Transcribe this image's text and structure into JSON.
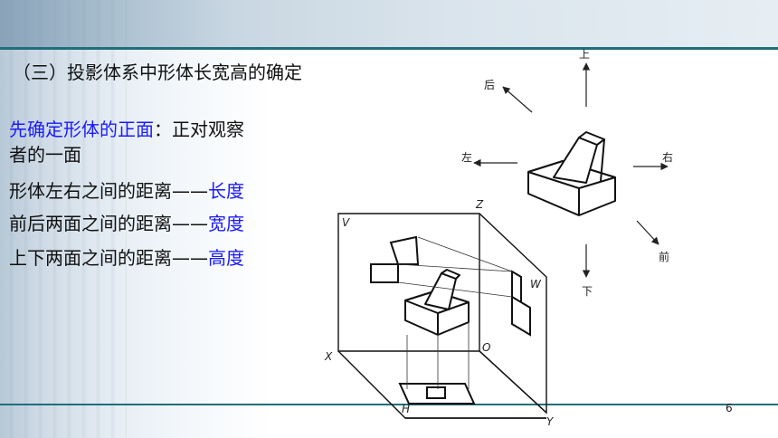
{
  "title": "（三）投影体系中形体长宽高的确定",
  "lines": [
    {
      "blue": "先确定形体的正面",
      "rest": "：正对观察"
    },
    {
      "plain": "者的一面"
    },
    {
      "prefix": "形体左右之间的距离——",
      "blue": "长度"
    },
    {
      "prefix": "前后两面之间的距离——",
      "blue": "宽度"
    },
    {
      "prefix": "上下两面之间的距离——",
      "blue": "高度"
    }
  ],
  "directions": {
    "up": "上",
    "down": "下",
    "left": "左",
    "right": "右",
    "back": "后",
    "front": "前"
  },
  "axes": {
    "v": "V",
    "w": "W",
    "h": "H",
    "x": "X",
    "y": "Y",
    "z": "Z",
    "o": "O"
  },
  "page_number": "6"
}
